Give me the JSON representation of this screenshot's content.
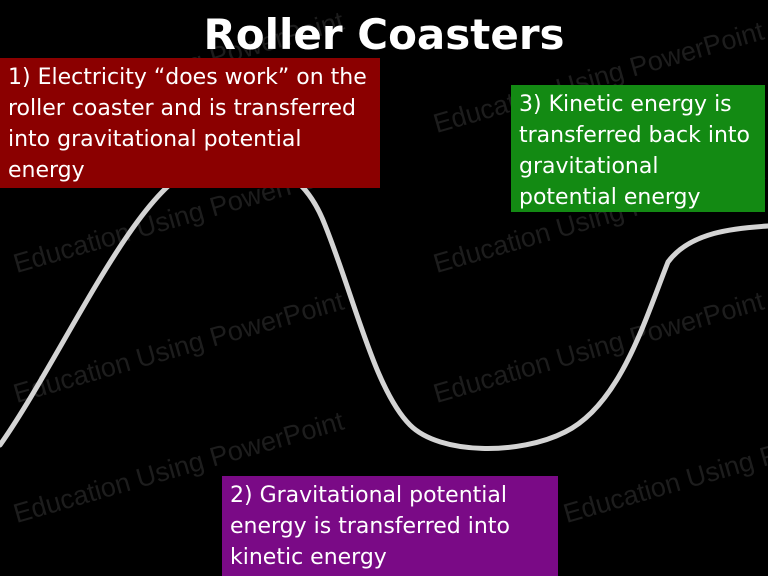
{
  "slide": {
    "title": "Roller Coasters",
    "watermark_text": "Education Using PowerPoint",
    "background_color": "#000000",
    "track_color": "#d4d4d4"
  },
  "boxes": [
    {
      "id": "step-1",
      "text": "1)  Electricity “does work” on the roller coaster and is transferred into gravitational potential energy",
      "color": "#8b0000"
    },
    {
      "id": "step-2",
      "text": "2) Gravitational potential energy is transferred into kinetic energy",
      "color": "#7a0a86"
    },
    {
      "id": "step-3",
      "text": "3) Kinetic energy is transferred back into gravitational potential energy",
      "color": "#138a13"
    }
  ]
}
